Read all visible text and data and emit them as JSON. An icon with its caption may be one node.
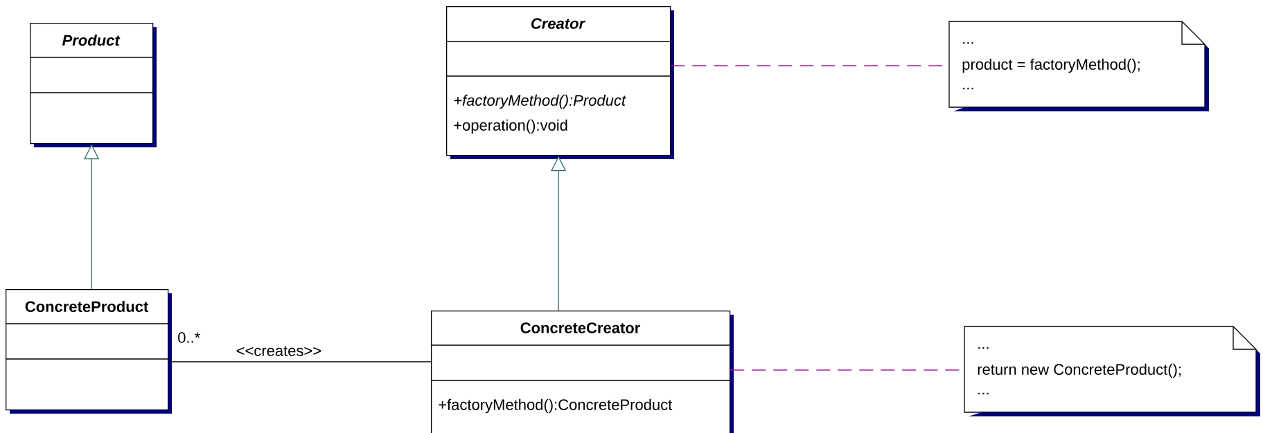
{
  "diagram": {
    "nodes": [
      {
        "text": [
          "*Product*"
        ]
      },
      {
        "text": [
          "*Creator*",
          "*+factoryMethod():Product*",
          "+operation():void"
        ]
      },
      {
        "text": [
          "...",
          "product = factoryMethod();",
          "..."
        ]
      },
      {
        "text": [
          "ConcreteProduct"
        ]
      },
      {
        "text": [
          "ConcreteCreator",
          "+factoryMethod():ConcreteProduct"
        ]
      },
      {
        "text": [
          "...",
          "return new ConcreteProduct();",
          "..."
        ]
      }
    ],
    "edges": [
      {
        "from": 3,
        "to": 0,
        "arrow": "to",
        "color": "#2f6f6f"
      },
      {
        "from": 4,
        "to": 1,
        "arrow": "to",
        "color": "#2f6f6f"
      },
      {
        "from": 3,
        "to": 4,
        "arrow": "none",
        "label": "<<creates>>",
        "color": "#000000"
      },
      {
        "from": 1,
        "to": 2,
        "arrow": "none",
        "style": "dashed",
        "color": "#a020a0"
      },
      {
        "from": 4,
        "to": 5,
        "arrow": "none",
        "style": "dashed",
        "color": "#a020a0"
      }
    ],
    "labels": [
      "0..*"
    ]
  }
}
